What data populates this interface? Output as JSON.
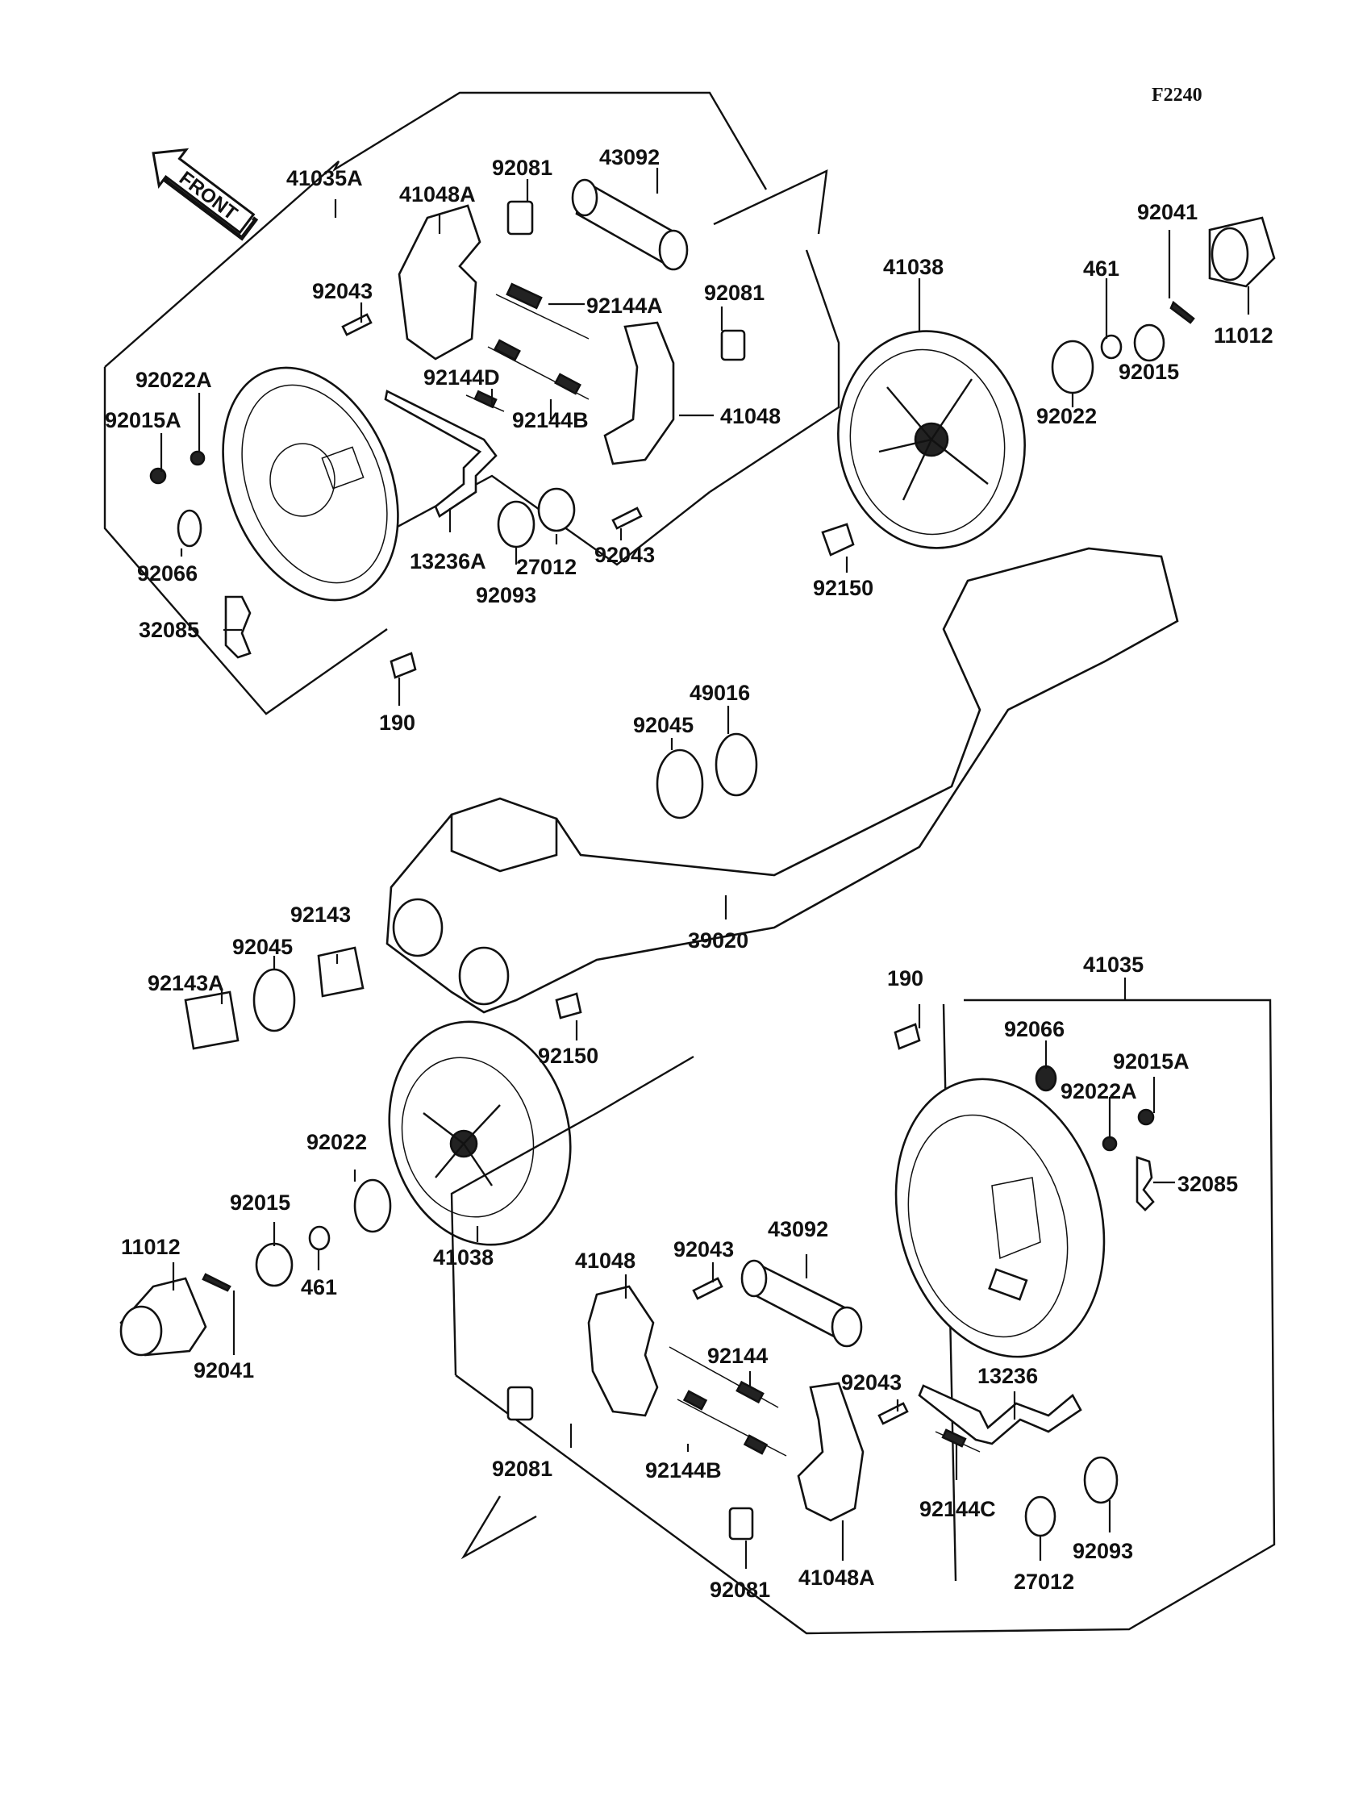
{
  "diagram": {
    "code": "F2240",
    "front_arrow_label": "FRONT",
    "parts": [
      {
        "id": "41035A",
        "label": "41035A",
        "group": "upper-left-brake-assembly"
      },
      {
        "id": "41048A_u",
        "label": "41048A",
        "group": "upper-left-brake-assembly"
      },
      {
        "id": "92081_u1",
        "label": "92081",
        "group": "upper-left-brake-assembly"
      },
      {
        "id": "43092_u",
        "label": "43092",
        "group": "upper-left-brake-assembly"
      },
      {
        "id": "92043_u1",
        "label": "92043",
        "group": "upper-left-brake-assembly"
      },
      {
        "id": "92144A",
        "label": "92144A",
        "group": "upper-left-brake-assembly"
      },
      {
        "id": "92081_u2",
        "label": "92081",
        "group": "upper-left-brake-assembly"
      },
      {
        "id": "92022A_u",
        "label": "92022A",
        "group": "upper-left-brake-assembly"
      },
      {
        "id": "92144D",
        "label": "92144D",
        "group": "upper-left-brake-assembly"
      },
      {
        "id": "92015A_u",
        "label": "92015A",
        "group": "upper-left-brake-assembly"
      },
      {
        "id": "92144B_u",
        "label": "92144B",
        "group": "upper-left-brake-assembly"
      },
      {
        "id": "41048_u",
        "label": "41048",
        "group": "upper-left-brake-assembly"
      },
      {
        "id": "92066_u",
        "label": "92066",
        "group": "upper-left-brake-assembly"
      },
      {
        "id": "13236A",
        "label": "13236A",
        "group": "upper-left-brake-assembly"
      },
      {
        "id": "27012_u",
        "label": "27012",
        "group": "upper-left-brake-assembly"
      },
      {
        "id": "92043_u2",
        "label": "92043",
        "group": "upper-left-brake-assembly"
      },
      {
        "id": "92093_u",
        "label": "92093",
        "group": "upper-left-brake-assembly"
      },
      {
        "id": "32085_u",
        "label": "32085",
        "group": "upper-left-brake-assembly"
      },
      {
        "id": "190_u",
        "label": "190",
        "group": "upper-left"
      },
      {
        "id": "41038_u",
        "label": "41038",
        "group": "upper-right-hub"
      },
      {
        "id": "92041_u",
        "label": "92041",
        "group": "upper-right-hub"
      },
      {
        "id": "461_u",
        "label": "461",
        "group": "upper-right-hub"
      },
      {
        "id": "11012_u",
        "label": "11012",
        "group": "upper-right-hub"
      },
      {
        "id": "92015_u",
        "label": "92015",
        "group": "upper-right-hub"
      },
      {
        "id": "92022_u",
        "label": "92022",
        "group": "upper-right-hub"
      },
      {
        "id": "92150_u",
        "label": "92150",
        "group": "upper-right-hub"
      },
      {
        "id": "49016",
        "label": "49016",
        "group": "axle-housing"
      },
      {
        "id": "92045_m1",
        "label": "92045",
        "group": "axle-housing"
      },
      {
        "id": "39020",
        "label": "39020",
        "group": "axle-housing"
      },
      {
        "id": "92143",
        "label": "92143",
        "group": "axle-housing"
      },
      {
        "id": "92045_m2",
        "label": "92045",
        "group": "axle-housing"
      },
      {
        "id": "92143A",
        "label": "92143A",
        "group": "axle-housing"
      },
      {
        "id": "92150_m",
        "label": "92150",
        "group": "lower-left-hub"
      },
      {
        "id": "92022_l",
        "label": "92022",
        "group": "lower-left-hub"
      },
      {
        "id": "92015_l",
        "label": "92015",
        "group": "lower-left-hub"
      },
      {
        "id": "11012_l",
        "label": "11012",
        "group": "lower-left-hub"
      },
      {
        "id": "461_l",
        "label": "461",
        "group": "lower-left-hub"
      },
      {
        "id": "41038_l",
        "label": "41038",
        "group": "lower-left-hub"
      },
      {
        "id": "92041_l",
        "label": "92041",
        "group": "lower-left-hub"
      },
      {
        "id": "190_l",
        "label": "190",
        "group": "lower-right"
      },
      {
        "id": "41035",
        "label": "41035",
        "group": "lower-right-brake-assembly"
      },
      {
        "id": "92066_l",
        "label": "92066",
        "group": "lower-right-brake-assembly"
      },
      {
        "id": "92015A_l",
        "label": "92015A",
        "group": "lower-right-brake-assembly"
      },
      {
        "id": "92022A_l",
        "label": "92022A",
        "group": "lower-right-brake-assembly"
      },
      {
        "id": "32085_l",
        "label": "32085",
        "group": "lower-right-brake-assembly"
      },
      {
        "id": "43092_l",
        "label": "43092",
        "group": "lower-right-brake-assembly"
      },
      {
        "id": "41048_l",
        "label": "41048",
        "group": "lower-right-brake-assembly"
      },
      {
        "id": "92043_l1",
        "label": "92043",
        "group": "lower-right-brake-assembly"
      },
      {
        "id": "92144",
        "label": "92144",
        "group": "lower-right-brake-assembly"
      },
      {
        "id": "92043_l2",
        "label": "92043",
        "group": "lower-right-brake-assembly"
      },
      {
        "id": "13236",
        "label": "13236",
        "group": "lower-right-brake-assembly"
      },
      {
        "id": "92081_l1",
        "label": "92081",
        "group": "lower-right-brake-assembly"
      },
      {
        "id": "92144B_l",
        "label": "92144B",
        "group": "lower-right-brake-assembly"
      },
      {
        "id": "92144C",
        "label": "92144C",
        "group": "lower-right-brake-assembly"
      },
      {
        "id": "92093_l",
        "label": "92093",
        "group": "lower-right-brake-assembly"
      },
      {
        "id": "27012_l",
        "label": "27012",
        "group": "lower-right-brake-assembly"
      },
      {
        "id": "92081_l2",
        "label": "92081",
        "group": "lower-right-brake-assembly"
      },
      {
        "id": "41048A_l",
        "label": "41048A",
        "group": "lower-right-brake-assembly"
      }
    ]
  }
}
